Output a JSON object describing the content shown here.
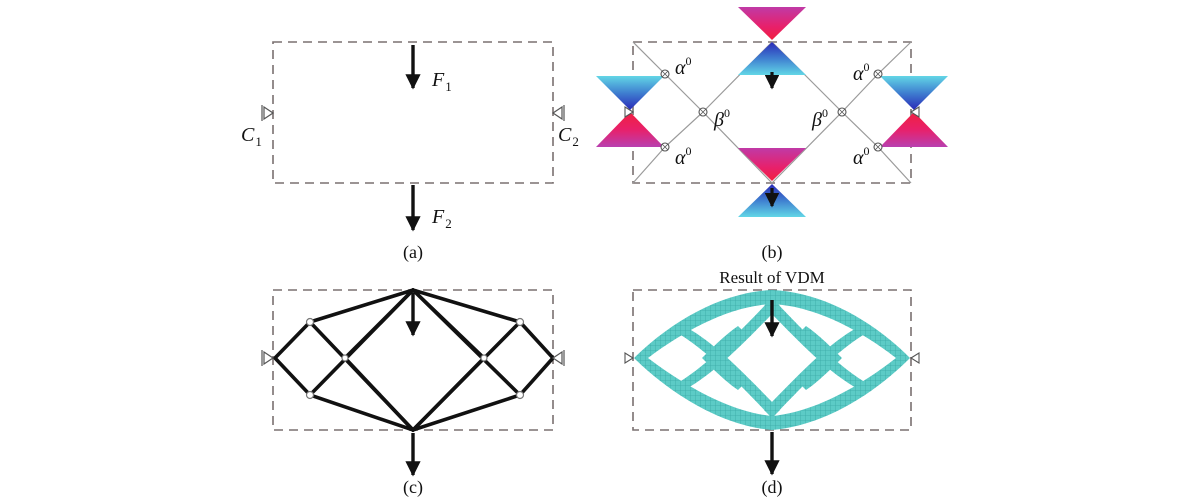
{
  "captions": {
    "a": "(a)",
    "b": "(b)",
    "c": "(c)",
    "d": "(d)"
  },
  "force_labels": {
    "f1_main": "F",
    "f1_sub": "1",
    "f2_main": "F",
    "f2_sub": "2"
  },
  "support_labels": {
    "c1_main": "C",
    "c1_sub": "1",
    "c2_main": "C",
    "c2_sub": "2"
  },
  "design_variables": {
    "alpha_main": "α",
    "beta_main": "β",
    "superscript": "0"
  },
  "result_title": "Result of VDM",
  "colors": {
    "pink": "#d81c6e",
    "magenta": "#e0409a",
    "blue": "#3a3fc8",
    "cyan": "#5cc6de",
    "teal": "#4ec7c4",
    "frame": "#7a7070"
  }
}
